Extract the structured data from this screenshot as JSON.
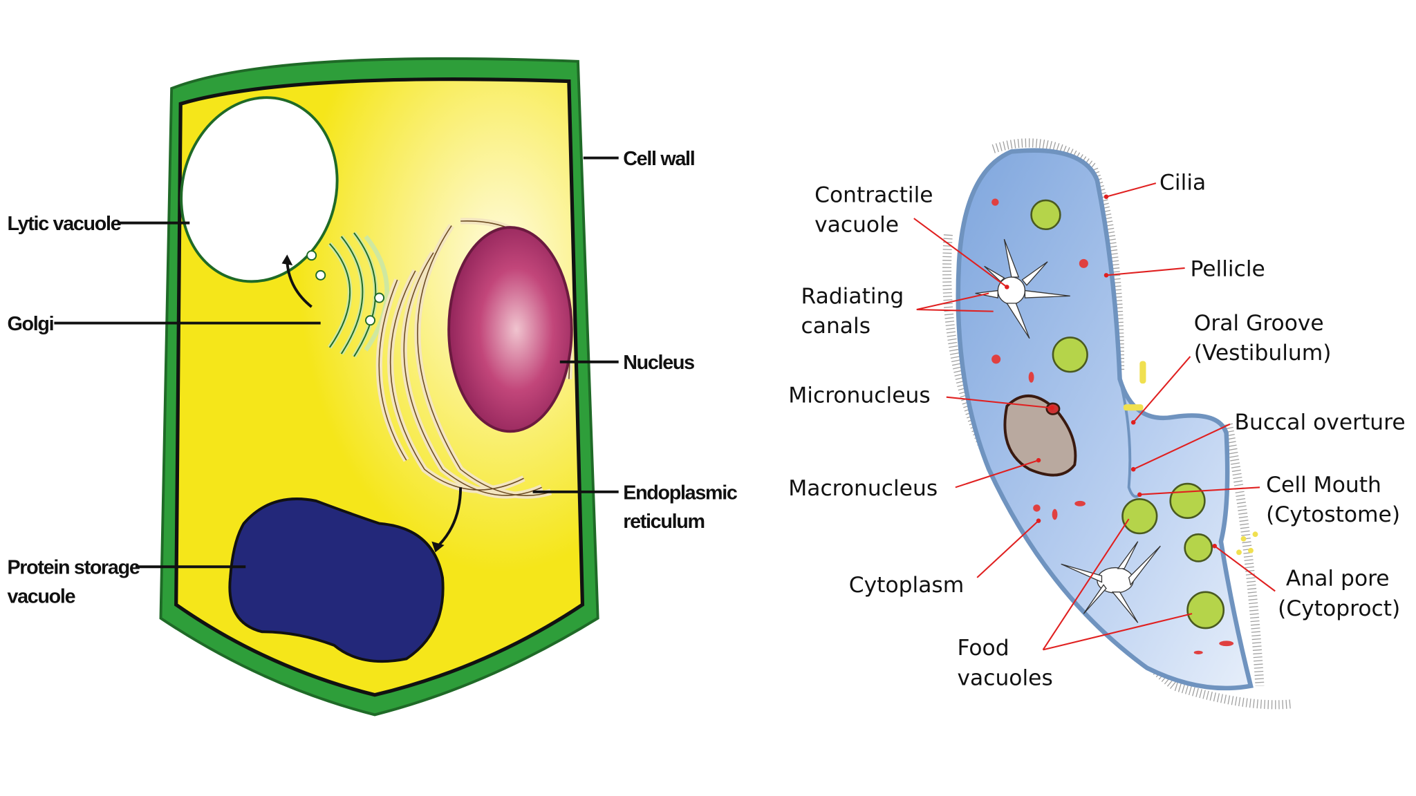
{
  "plant_cell": {
    "labels": {
      "cell_wall": "Cell wall",
      "lytic_vacuole": "Lytic vacuole",
      "golgi": "Golgi",
      "nucleus": "Nucleus",
      "er_line1": "Endoplasmic",
      "er_line2": "reticulum",
      "protein_line1": "Protein storage",
      "protein_line2": "vacuole"
    },
    "colors": {
      "wall": "#2e9e3a",
      "cytoplasm": "#f5e61a",
      "nucleus": "#b0306a",
      "protein_vacuole": "#23287a"
    }
  },
  "paramecium": {
    "labels": {
      "cilia": "Cilia",
      "contractile_line1": "Contractile",
      "contractile_line2": "vacuole",
      "pellicle": "Pellicle",
      "radiating_line1": "Radiating",
      "radiating_line2": "canals",
      "oral_line1": "Oral Groove",
      "oral_line2": "(Vestibulum)",
      "micronucleus": "Micronucleus",
      "buccal": "Buccal overture",
      "macronucleus": "Macronucleus",
      "mouth_line1": "Cell Mouth",
      "mouth_line2": "(Cytostome)",
      "anal_line1": "Anal pore",
      "anal_line2": "(Cytoproct)",
      "cytoplasm": "Cytoplasm",
      "food_line1": "Food",
      "food_line2": "vacuoles"
    },
    "colors": {
      "body": "#a9c4ec",
      "pellicle": "#6f93bf",
      "leader": "#e02020",
      "food_vacuole": "#b5d44a"
    }
  }
}
